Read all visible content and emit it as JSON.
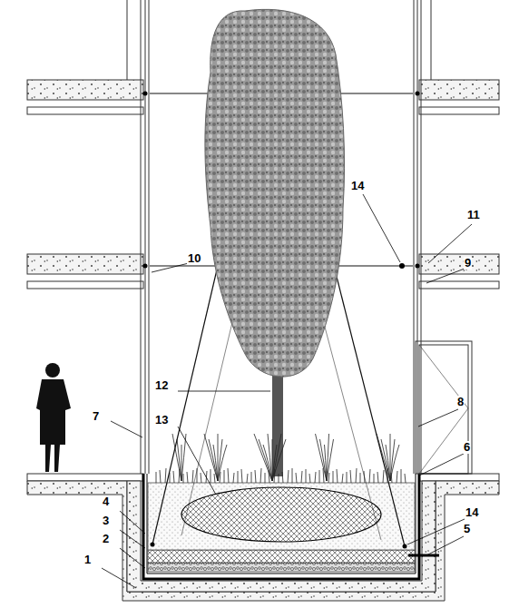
{
  "diagram": {
    "labels": [
      "14",
      "11",
      "10",
      "9",
      "12",
      "7",
      "8",
      "13",
      "6",
      "4",
      "14",
      "3",
      "5",
      "2",
      "1"
    ]
  }
}
